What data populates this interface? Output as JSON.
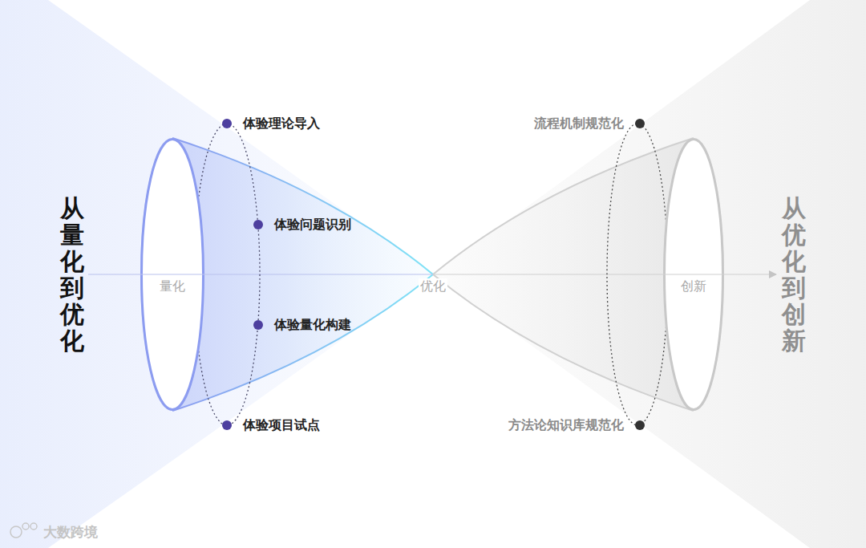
{
  "diagram": {
    "nodes": [
      {
        "text": [
          "量化"
        ]
      },
      {
        "text": [
          "创新"
        ]
      }
    ],
    "labels": [
      "从量化到优化",
      "体验理论导入",
      "体验问题识别",
      "优化",
      "体验量化构建",
      "体验项目试点",
      "流程机制规范化",
      "方法论知识库规范化",
      "从优化到创新",
      "大数跨境"
    ]
  }
}
